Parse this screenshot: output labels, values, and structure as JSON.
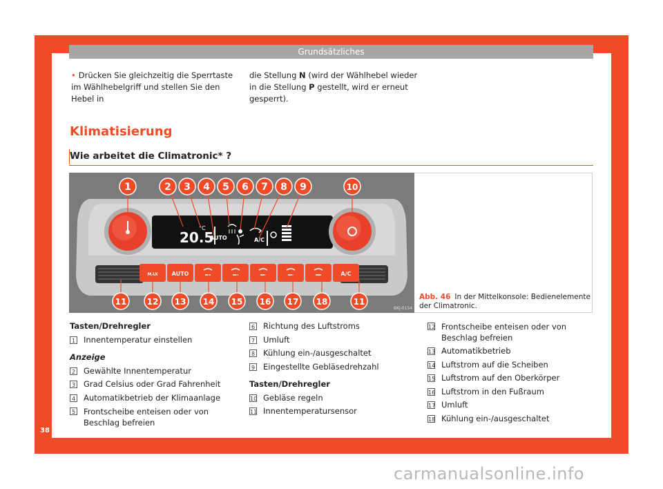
{
  "header": {
    "title": "Grundsätzliches"
  },
  "intro": {
    "left": "Drücken Sie gleichzeitig die Sperrtaste im Wählhebelgriff und stellen Sie den Hebel in",
    "right_pre": "die Stellung ",
    "right_n": "N",
    "right_mid": " (wird der Wählhebel wieder in die Stellung ",
    "right_p": "P",
    "right_post": " gestellt, wird er erneut ge­sperrt)."
  },
  "section": {
    "title": "Klimatisierung",
    "subtitle": "Wie arbeitet die Climatronic* ?"
  },
  "figure": {
    "callouts_top": [
      "1",
      "2",
      "3",
      "4",
      "5",
      "6",
      "7",
      "8",
      "9",
      "10"
    ],
    "callouts_bottom": [
      "11",
      "12",
      "13",
      "14",
      "15",
      "16",
      "17",
      "18",
      "11"
    ],
    "display_temp": "20.5",
    "display_unit": "°C",
    "display_auto": "AUTO",
    "display_ac": "A/C",
    "button_labels": [
      "MAX",
      "AUTO",
      "",
      "",
      "",
      "",
      "",
      "A/C"
    ],
    "code": "BKJ-0154",
    "accent": "#f04a27"
  },
  "caption": {
    "label": "Abb. 46",
    "text": "In der Mittelkonsole: Bedienelemente der Climatronic."
  },
  "col1": {
    "heading1": "Tasten/Drehregler",
    "item1": {
      "num": "1",
      "text": "Innentemperatur einstellen"
    },
    "heading2": "Anzeige",
    "items": [
      {
        "num": "2",
        "text": "Gewählte Innentemperatur"
      },
      {
        "num": "3",
        "text": "Grad Celsius oder Grad Fahrenheit"
      },
      {
        "num": "4",
        "text": "Automatikbetrieb der Klimaanlage"
      },
      {
        "num": "5",
        "text": "Frontscheibe enteisen oder von Beschlag befreien"
      }
    ]
  },
  "col2": {
    "items": [
      {
        "num": "6",
        "text": "Richtung des Luftstroms"
      },
      {
        "num": "7",
        "text": "Umluft"
      },
      {
        "num": "8",
        "text": "Kühlung ein-/ausgeschaltet"
      },
      {
        "num": "9",
        "text": "Eingestellte Gebläsedrehzahl"
      }
    ],
    "heading": "Tasten/Drehregler",
    "items2": [
      {
        "num": "10",
        "text": "Gebläse regeln"
      },
      {
        "num": "11",
        "text": "Innentemperatursensor"
      }
    ]
  },
  "col3": {
    "items": [
      {
        "num": "12",
        "text": "Frontscheibe enteisen oder von Beschlag befreien"
      },
      {
        "num": "13",
        "text": "Automatikbetrieb"
      },
      {
        "num": "14",
        "text": "Luftstrom auf die Scheiben"
      },
      {
        "num": "15",
        "text": "Luftstrom auf den Oberkörper"
      },
      {
        "num": "16",
        "text": "Luftstrom in den Fußraum"
      },
      {
        "num": "17",
        "text": "Umluft"
      },
      {
        "num": "18",
        "text": "Kühlung ein-/ausgeschaltet"
      }
    ]
  },
  "page_number": "38",
  "watermark": "carmanualsonline.info"
}
